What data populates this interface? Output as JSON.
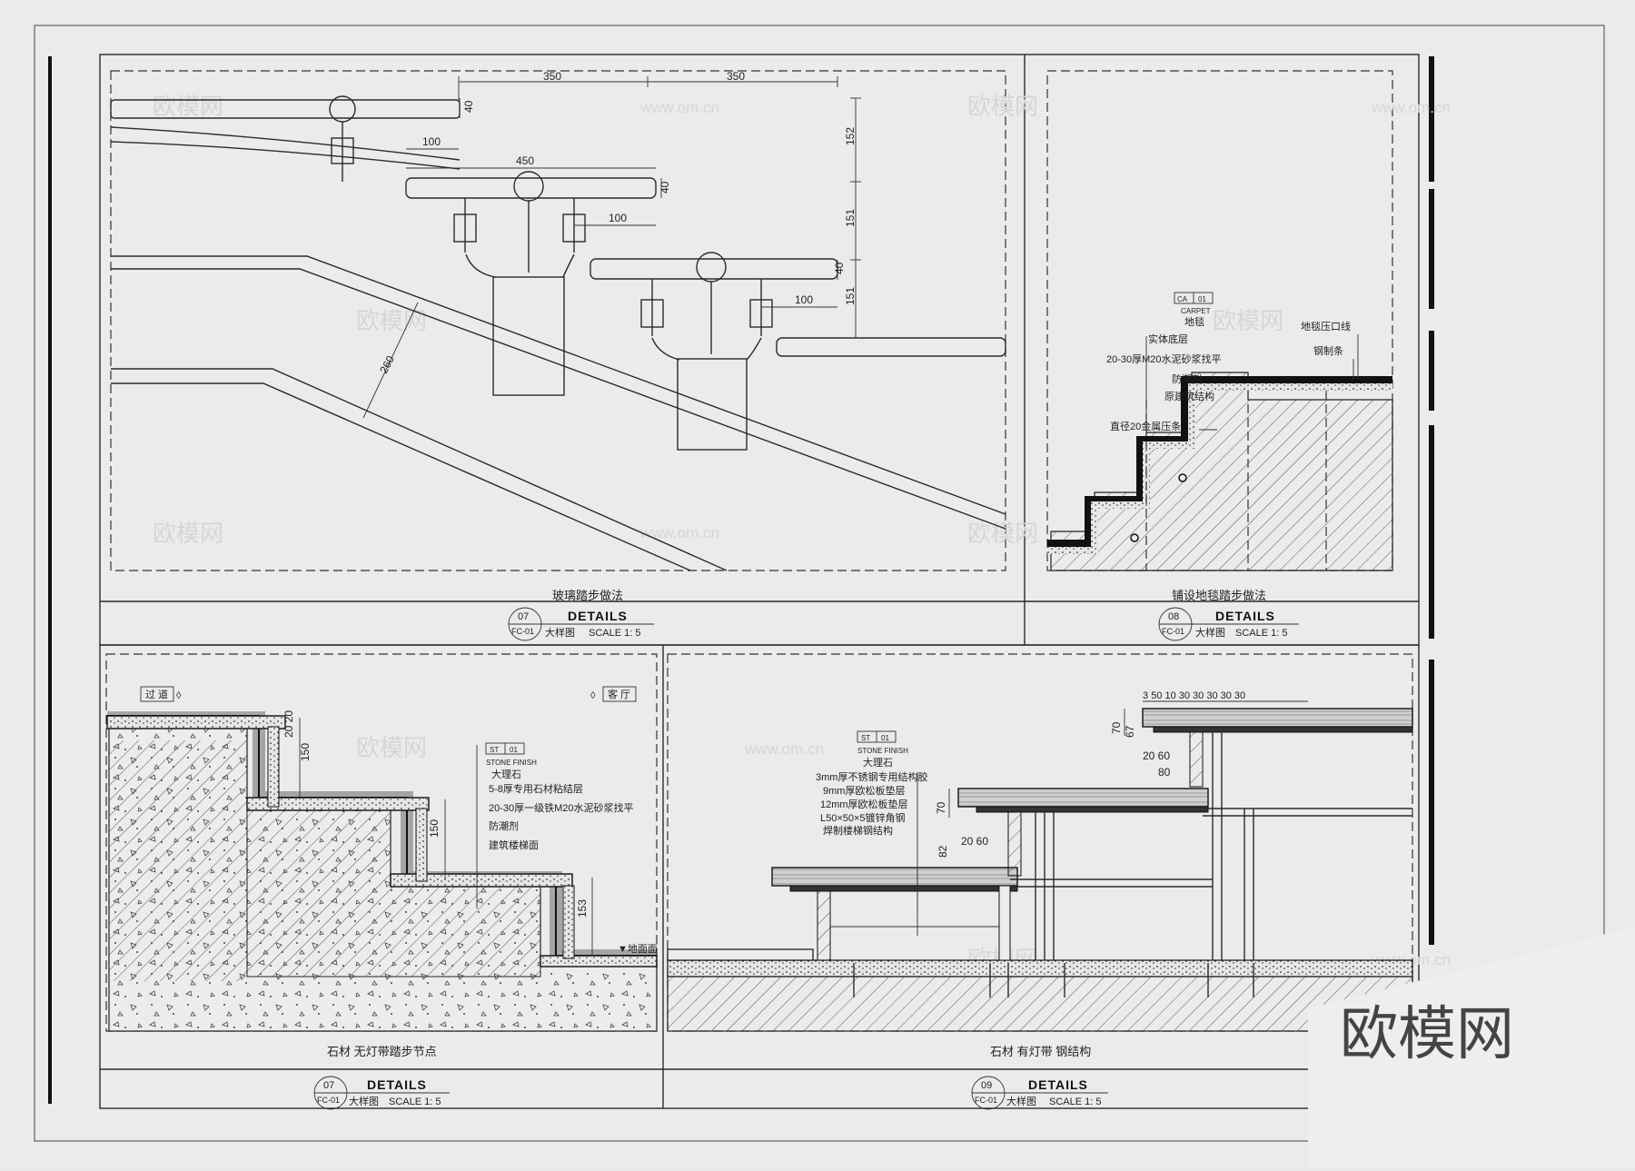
{
  "watermark": {
    "cn": "欧模网",
    "url": "www.om.cn"
  },
  "brand_logo": "欧模网",
  "details": [
    {
      "id": "07",
      "sheet": "FC-01",
      "heading": "DETAILS",
      "sub": "大样图",
      "scale": "SCALE 1: 5",
      "caption": "玻璃踏步做法"
    },
    {
      "id": "08",
      "sheet": "FC-01",
      "heading": "DETAILS",
      "sub": "大样图",
      "scale": "SCALE 1: 5",
      "caption": "铺设地毯踏步做法"
    },
    {
      "id": "07",
      "sheet": "FC-01",
      "heading": "DETAILS",
      "sub": "大样图",
      "scale": "SCALE 1: 5",
      "caption": "石材 无灯带踏步节点"
    },
    {
      "id": "09",
      "sheet": "FC-01",
      "heading": "DETAILS",
      "sub": "大样图",
      "scale": "SCALE 1: 5",
      "caption": "石材 有灯带 钢结构"
    }
  ],
  "d07a": {
    "dims": [
      "350",
      "350",
      "100",
      "450",
      "100",
      "100",
      "40",
      "40",
      "40",
      "152",
      "151",
      "151",
      "260"
    ]
  },
  "d08": {
    "tag": {
      "code": "CA",
      "no": "01",
      "name": "CARPET",
      "cn": "地毯"
    },
    "notes": [
      "实体底层",
      "20-30厚M20水泥砂浆找平",
      "防潮剂",
      "原建筑结构",
      "直径20金属压条"
    ],
    "right_notes": [
      "地毯压口线",
      "钢制条"
    ]
  },
  "d07b": {
    "tag": {
      "code": "ST",
      "no": "01",
      "name": "STONE FINISH",
      "cn": "大理石"
    },
    "notes": [
      "5-8厚专用石材粘结层",
      "20-30厚一级铁M20水泥砂浆找平",
      "防潮剂",
      "建筑楼梯面"
    ],
    "left_tag": "过 道",
    "right_tag": "客 厅",
    "dims": [
      "20 20",
      "150",
      "150",
      "153"
    ],
    "floor": "▼地面面"
  },
  "d09": {
    "tag": {
      "code": "ST",
      "no": "01",
      "name": "STONE FINISH",
      "cn": "大理石"
    },
    "notes": [
      "3mm厚不锈钢专用结构胶",
      "9mm厚欧松板垫层",
      "12mm厚欧松板垫层",
      "L50×50×5镀锌角钢",
      "焊制楼梯钢结构"
    ],
    "dims": [
      "3 50 10 30 30 30 30 30",
      "70",
      "67",
      "20 60",
      "80",
      "70",
      "20 60",
      "82"
    ]
  }
}
